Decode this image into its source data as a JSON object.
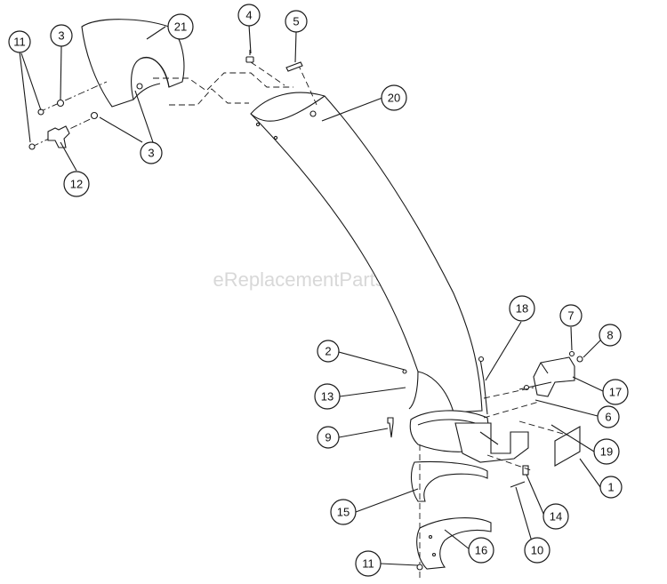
{
  "watermark": "eReplacementParts.com",
  "callouts": [
    {
      "id": "c11a",
      "label": "11"
    },
    {
      "id": "c3a",
      "label": "3"
    },
    {
      "id": "c21",
      "label": "21"
    },
    {
      "id": "c4",
      "label": "4"
    },
    {
      "id": "c5",
      "label": "5"
    },
    {
      "id": "c20",
      "label": "20"
    },
    {
      "id": "c3b",
      "label": "3"
    },
    {
      "id": "c12",
      "label": "12"
    },
    {
      "id": "c18",
      "label": "18"
    },
    {
      "id": "c7",
      "label": "7"
    },
    {
      "id": "c8",
      "label": "8"
    },
    {
      "id": "c2",
      "label": "2"
    },
    {
      "id": "c13",
      "label": "13"
    },
    {
      "id": "c17",
      "label": "17"
    },
    {
      "id": "c6",
      "label": "6"
    },
    {
      "id": "c9",
      "label": "9"
    },
    {
      "id": "c19",
      "label": "19"
    },
    {
      "id": "c1",
      "label": "1"
    },
    {
      "id": "c15",
      "label": "15"
    },
    {
      "id": "c14",
      "label": "14"
    },
    {
      "id": "c10",
      "label": "10"
    },
    {
      "id": "c16",
      "label": "16"
    },
    {
      "id": "c11b",
      "label": "11"
    }
  ]
}
